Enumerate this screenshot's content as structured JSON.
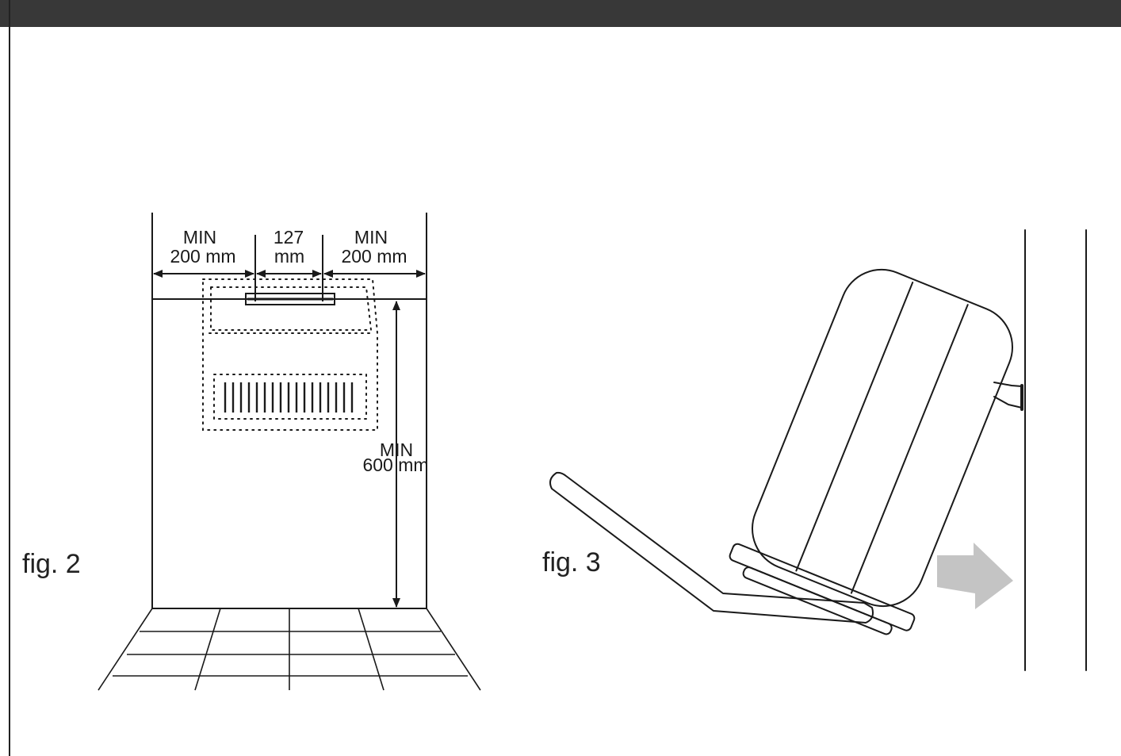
{
  "figure2": {
    "caption": "fig. 2",
    "dim_left_line1": "MIN",
    "dim_left_line2": "200 mm",
    "dim_center_line1": "127",
    "dim_center_line2": "mm",
    "dim_right_line1": "MIN",
    "dim_right_line2": "200 mm",
    "dim_height_line1": "MIN",
    "dim_height_line2": "600 mm"
  },
  "figure3": {
    "caption": "fig. 3"
  },
  "colors": {
    "header_bar": "#383838",
    "line": "#1a1a1a",
    "arrow_fill": "#c4c4c4"
  }
}
